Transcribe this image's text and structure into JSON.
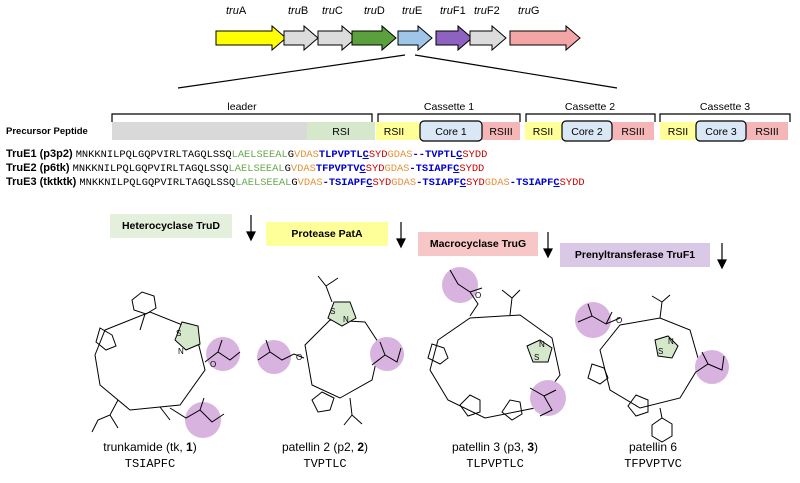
{
  "genes": [
    {
      "prefix": "tru",
      "suffix": "A",
      "color": "#ffff00"
    },
    {
      "prefix": "tru",
      "suffix": "B",
      "color": "#dcdcdc"
    },
    {
      "prefix": "tru",
      "suffix": "C",
      "color": "#dcdcdc"
    },
    {
      "prefix": "tru",
      "suffix": "D",
      "color": "#5aa03c"
    },
    {
      "prefix": "tru",
      "suffix": "E",
      "color": "#9fc5e8"
    },
    {
      "prefix": "tru",
      "suffix": "F1",
      "color": "#8e62c0"
    },
    {
      "prefix": "tru",
      "suffix": "F2",
      "color": "#dcdcdc"
    },
    {
      "prefix": "tru",
      "suffix": "G",
      "color": "#f4a6a6"
    }
  ],
  "precursor_label": "Precursor Peptide",
  "segments": {
    "leader": "leader",
    "cassette1": "Cassette 1",
    "cassette2": "Cassette 2",
    "cassette3": "Cassette 3",
    "rsi": "RSI",
    "rsii": "RSII",
    "rsiii": "RSIII",
    "core1": "Core 1",
    "core2": "Core 2",
    "core3": "Core 3"
  },
  "sequences": [
    {
      "name": "TruE1 (p3p2)",
      "leader": "MNKKNILPQLGQPVIRLTAGQLSSQ",
      "rsi": "LAELSEEAL",
      "g": "G",
      "c1_rsii": "VDAS",
      "c1_core": "TLPVPTL",
      "c1_cys": "C",
      "c1_rsiii": "SYD",
      "c2_rsii": "GDAS",
      "c2_gap": "--",
      "c2_core": "TVPTL",
      "c2_cys": "C",
      "c2_rsiii": "SYDD",
      "c3_rsii": "",
      "c3_core": "",
      "c3_cys": "",
      "c3_rsiii": ""
    },
    {
      "name": "TruE2 (p6tk)",
      "leader": "MNKKNILPQLGQPVIRLTAGQLSSQ",
      "rsi": "LAELSEEAL",
      "g": "G",
      "c1_rsii": "VDAS",
      "c1_core": "TFPVPTV",
      "c1_cys": "C",
      "c1_rsiii": "SYD",
      "c2_rsii": "GDAS",
      "c2_gap": "-",
      "c2_core": "TSIAPF",
      "c2_cys": "C",
      "c2_rsiii": "SYDD",
      "c3_rsii": "",
      "c3_core": "",
      "c3_cys": "",
      "c3_rsiii": ""
    },
    {
      "name": "TruE3 (tktktk)",
      "leader": "MNKKNILPQLGQPVIRLTAGQLSSQ",
      "rsi": "LAELSEEAL",
      "g": "G",
      "c1_rsii": "VDAS",
      "c1_core": "-TSIAPF",
      "c1_cys": "C",
      "c1_rsiii": "SYD",
      "c2_rsii": "GDAS",
      "c2_gap": "-",
      "c2_core": "TSIAPF",
      "c2_cys": "C",
      "c2_rsiii": "SYD",
      "c3_rsii": "GDAS",
      "c3_core": "-TSIAPF",
      "c3_cys": "C",
      "c3_rsiii": "SYDD"
    }
  ],
  "enzymes": [
    {
      "label": "Heterocyclase TruD",
      "color": "#e4efdc"
    },
    {
      "label": "Protease PatA",
      "color": "#ffff99"
    },
    {
      "label": "Macrocyclase TruG",
      "color": "#f7c6c6"
    },
    {
      "label": "Prenyltransferase TruF1",
      "color": "#d9c8e6"
    }
  ],
  "compounds": [
    {
      "pre": "trunkamide (tk, ",
      "num": "1",
      "post": ")",
      "seq": "TSIAPFC"
    },
    {
      "pre": "patellin 2 (p2, ",
      "num": "2",
      "post": ")",
      "seq": "TVPTLC"
    },
    {
      "pre": "patellin 3 (p3, ",
      "num": "3",
      "post": ")",
      "seq": "TLPVPTLC"
    },
    {
      "pre": "patellin 6",
      "num": "",
      "post": "",
      "seq": "TFPVPTVC"
    }
  ],
  "colors": {
    "leader_gray": "#d9d9d9",
    "rsi_green": "#d5e8cc",
    "rsi_text": "#6aa84f",
    "rsii_yellow": "#ffff99",
    "rsii_text": "#e69138",
    "core_blue": "#dae8f5",
    "core_text": "#0000cc",
    "rsiii_pink": "#f4b6b6",
    "rsiii_text": "#cc0000",
    "prenyl_purple": "#d9b3e0",
    "thiazoline_green": "#d5e8cc"
  }
}
